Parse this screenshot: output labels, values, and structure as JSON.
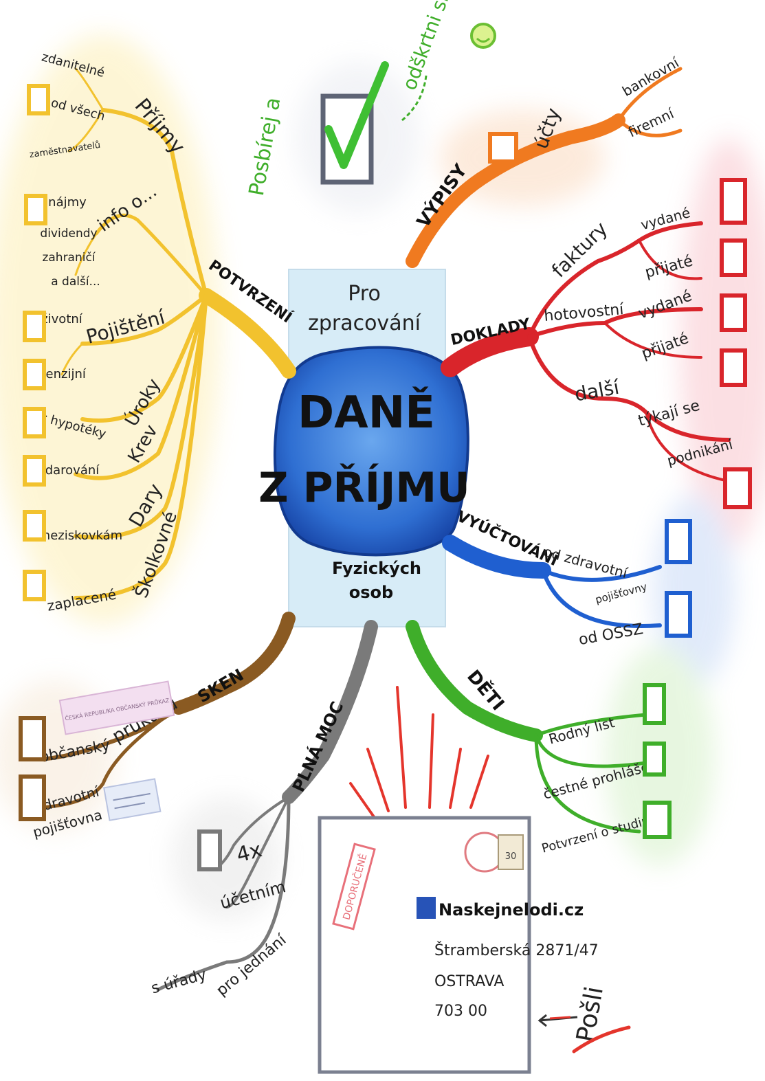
{
  "center": {
    "top_caption_line1": "Pro",
    "top_caption_line2": "zpracování",
    "title_line1": "DANĚ",
    "title_line2": "Z PŘÍJMU",
    "bottom_caption_line1": "Fyzických",
    "bottom_caption_line2": "osob"
  },
  "intro": {
    "label1": "Posbírej a",
    "label2": "odškrtni si"
  },
  "branches": {
    "potvrzeni": {
      "label": "POTVRZENÍ",
      "color": "#f2c22e",
      "prijmy": {
        "label": "Příjmy",
        "items": [
          "zdanitelné",
          "od všech",
          "zaměstnavatelů"
        ]
      },
      "info": {
        "label": "info o...",
        "items": [
          "nájmy",
          "dividendy",
          "zahraničí",
          "a další..."
        ]
      },
      "pojisteni": {
        "label": "Pojištění",
        "items": [
          "životní",
          "penzijní"
        ]
      },
      "uroky": {
        "label": "Úroky",
        "items": [
          "z hypotéky"
        ]
      },
      "krev": {
        "label": "Krev",
        "items": [
          "darování"
        ]
      },
      "dary": {
        "label": "Dary",
        "items": [
          "neziskovkám"
        ]
      },
      "skolkovne": {
        "label": "Školkovné",
        "items": [
          "zaplacené"
        ]
      }
    },
    "vypisy": {
      "label": "VÝPISY",
      "color": "#f07a20",
      "ucty": {
        "label": "účty",
        "items": [
          "bankovní",
          "firemní"
        ]
      }
    },
    "doklady": {
      "label": "DOKLADY",
      "color": "#d9252b",
      "faktury": {
        "label": "faktury",
        "items": [
          "vydané",
          "přijaté"
        ]
      },
      "hotovostni": {
        "label": "hotovostní",
        "items": [
          "vydané",
          "přijaté"
        ]
      },
      "dalsi": {
        "label": "další",
        "items": [
          "týkají se",
          "podnikání"
        ]
      }
    },
    "vyuctovani": {
      "label": "VYÚČTOVÁNÍ",
      "color": "#1f5fd0",
      "items": [
        "od zdravotní",
        "pojišťovny",
        "od OSSZ"
      ]
    },
    "deti": {
      "label": "DĚTI",
      "color": "#3fae2a",
      "items": [
        "Rodný list",
        "čestné prohlášení",
        "Potvrzení o studiu"
      ]
    },
    "plna_moc": {
      "label": "PLNÁ MOC",
      "color": "#7a7a7a",
      "items": [
        "4x",
        "účetním",
        "pro jednání",
        "s úřady"
      ]
    },
    "sken": {
      "label": "SKEN",
      "color": "#8a5a22",
      "prukazu": {
        "label": "průkazů",
        "items": [
          "občanský",
          "zdravotní",
          "pojišťovna"
        ]
      },
      "card_text": "ČESKÁ REPUBLIKA OBČANSKÝ PRŮKAZ"
    }
  },
  "envelope": {
    "stamp": "DOPORUČENĚ",
    "postage": "30",
    "company": "Naskejnelodi.cz",
    "street": "Štramberská 2871/47",
    "city": "OSTRAVA",
    "zip": "703 00",
    "send_label": "Pošli"
  }
}
